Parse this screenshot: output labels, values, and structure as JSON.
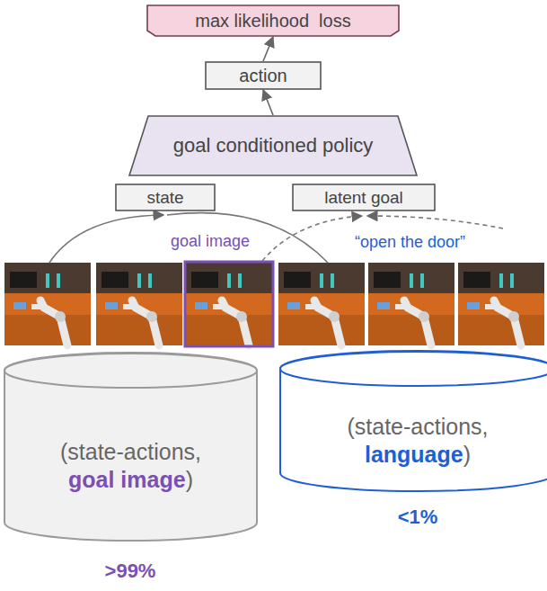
{
  "diagram": {
    "nodes": [
      {
        "text": [
          "max likelihood  loss"
        ]
      },
      {
        "text": [
          "action"
        ]
      },
      {
        "text": [
          "goal conditioned policy"
        ]
      },
      {
        "text": [
          "state"
        ]
      },
      {
        "text": [
          "latent goal"
        ]
      },
      {
        "text": [
          "(state-actions,",
          "goal image",
          ")"
        ]
      },
      {
        "text": [
          "(state-actions,",
          "language",
          ")"
        ]
      }
    ],
    "edges": [
      {
        "from": 2,
        "to": 1,
        "arrow": "to"
      },
      {
        "from": 1,
        "to": 0,
        "arrow": "to"
      }
    ],
    "labels": [
      "goal image",
      "“open the door”",
      ">99%",
      "<1%"
    ]
  }
}
